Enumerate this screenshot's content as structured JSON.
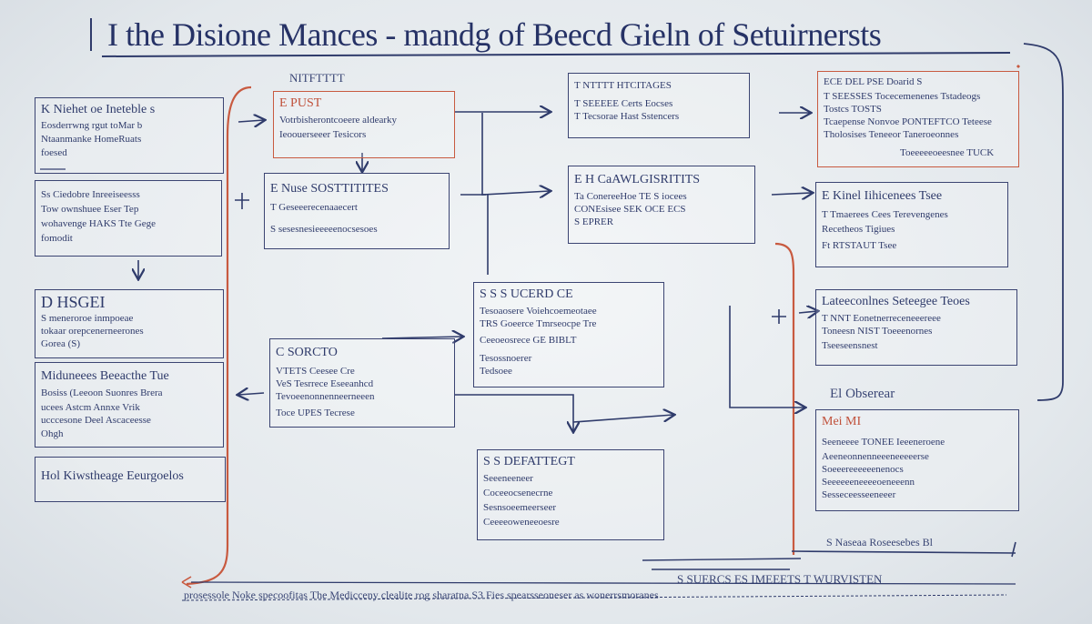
{
  "title": "I the Disione Mances - mandg of Beecd Gieln of Setuirnersts",
  "top_label": "NITFTTTT",
  "footer": {
    "rule_label": "S SUERCS ES IMEEETS T WURVISTEN",
    "line": "prosessole Noke specoofitas The Medicceny clealite rog sharatna S3 Fies spearsseoneser as wonerrsmoranes"
  },
  "left_column": [
    {
      "lines": [
        "K  Niehet  oe  Ineteble  s",
        "Eosderrwng  rgut  toMar  b",
        "Ntaanmanke  HomeRuats",
        "foesed"
      ]
    },
    {
      "lines": [
        "Ss  Ciedobre  Inreeiseesss",
        "Tow  ownshuee  Eser  Tep",
        "wohavenge  HAKS  Tte  Gege",
        "fomodit"
      ]
    },
    {
      "lines": [
        "D        HSGEI",
        "S  meneroroe  inmpoeae",
        "tokaar  orepcenerneerones",
        "Gorea  (S)"
      ]
    },
    {
      "lines": [
        "Miduneees  Beeacthe  Tue",
        "Bosiss  (Leeoon  Suonres  Brera",
        "ucees  Astcm  Annxe  Vrik",
        "ucccesone  Deel  Ascaceesse",
        "Ohgh"
      ]
    },
    {
      "lines": [
        "Hol  Kiwstheage  Eeurgoelos"
      ]
    }
  ],
  "center_column": [
    {
      "lines": [
        "E   PUST",
        "Votrbisherontcoeere  aldearky",
        "Ieoouerseeer  Tesicors"
      ]
    },
    {
      "lines": [
        "E   Nuse  SOSTTITITES",
        "T   Geseeerecenaaecert",
        "S    sesesnesieeeeenocsesoes"
      ]
    },
    {
      "lines": [
        "C        SORCTO",
        "VTETS  Ceesee  Cre",
        "VeS  Tesrrece  Eseeanhcd",
        "Tevoeenonnenneerneeen",
        "Toce  UPES  Tecrese"
      ]
    }
  ],
  "right_center_column": [
    {
      "lines": [
        "T   NTTTT  HTCITAGES",
        "T    SEEEEE  Certs  Eocses",
        "T    Tecsorae  Hast  Sstencers"
      ]
    },
    {
      "lines": [
        "E   H  CaAWLGISRITITS",
        "Ta  ConereeHoe  TE  S  iocees",
        "CONEsisee  SEK  OCE  ECS",
        "S  EPRER"
      ]
    },
    {
      "lines": [
        "S  S  S      UCERD  CE",
        "Tesoaosere  Voiehcoemeotaee",
        "TRS  Goeerce  Tmrseocpe  Tre",
        "Ceeoeosrece  GE  BIBLT",
        "Tesossnoerer",
        "Tedsoee"
      ]
    },
    {
      "lines": [
        "S  S  DEFATTEGT",
        "Seeeneeneer",
        "Coceeocsenecrne",
        "Sesnsoeemeerseer",
        "Ceeeeoweneeoesre"
      ]
    }
  ],
  "right_column": [
    {
      "lines": [
        "ECE  DEL  PSE  Doarid  S",
        "T   SEESSES  Tocecemenenes  Tstadeogs",
        "Tostcs  TOSTS",
        "Tcaepense  Nonvoe  PONTEFTCO  Teteese",
        "Tholosises  Teneeor  Taneroeonnes",
        "Toeeeeeoeesnee  TUCK"
      ]
    },
    {
      "lines": [
        "E   Kinel  Iihicenees  Tsee",
        "T    Tmaerees  Cees  Terevengenes",
        "Recetheos  Tigiues",
        "Ft  RTSTAUT  Tsee"
      ]
    },
    {
      "lines": [
        "Lateeconlnes  Seteegee  Teoes",
        "T  NNT  Eonetnerreceneeereee",
        "Toneesn  NIST  Toeeenornes",
        "Tseeseensnest"
      ]
    },
    {
      "lines": [
        "Mei  MI",
        "Seeneeee  TONEE  Ieeeneroene",
        "Aeeneonnenneeeneeeeerse",
        "Soeeereeeeeenenocs",
        "Seeeeeeneeeeoeneeenn",
        "Sesseceesseeneeer"
      ]
    }
  ],
  "side_labels": {
    "observer": "El Obserear",
    "bottom_right": "S  Naseaa  Roseesebes  Bl"
  }
}
